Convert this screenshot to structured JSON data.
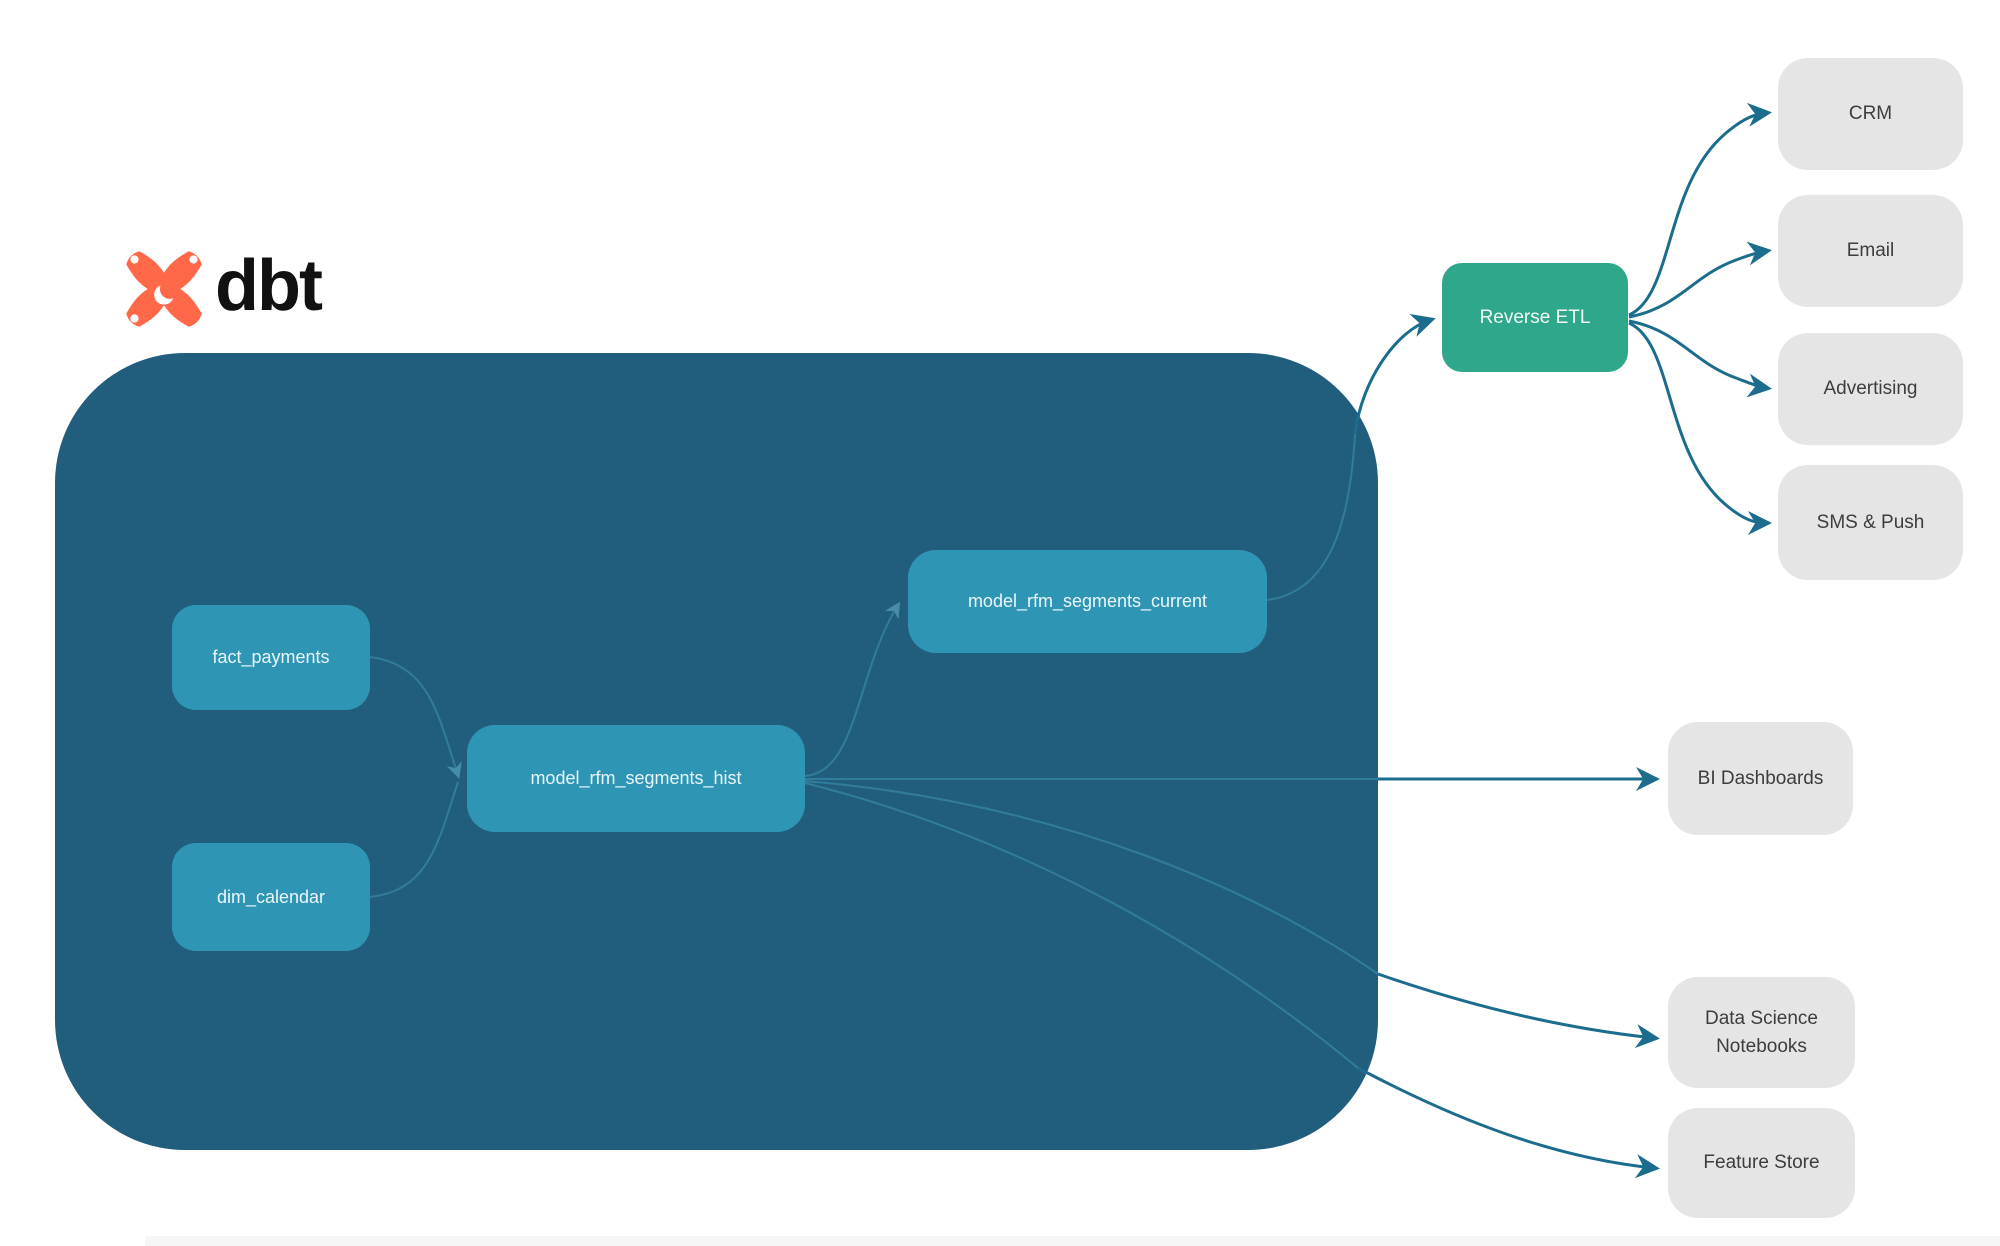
{
  "logo": {
    "brand": "dbt",
    "orange": "#FF694A",
    "text_color": "#111111"
  },
  "colors": {
    "page_bg": "#FFFFFF",
    "container_bg": "#215E7E",
    "node_teal": "#2E96B4",
    "node_green": "#2FA78B",
    "node_gray": "#E5E5E5",
    "node_text_light": "#EAF6FA",
    "node_text_dark": "#3D3D3D",
    "edge_dark": "#1C6D8D",
    "edge_light": "#34809F"
  },
  "nodes": {
    "fact_payments": {
      "label": "fact_payments"
    },
    "dim_calendar": {
      "label": "dim_calendar"
    },
    "model_rfm_segments_hist": {
      "label": "model_rfm_segments_hist"
    },
    "model_rfm_segments_current": {
      "label": "model_rfm_segments_current"
    },
    "reverse_etl": {
      "label": "Reverse ETL"
    },
    "crm": {
      "label": "CRM"
    },
    "email": {
      "label": "Email"
    },
    "advertising": {
      "label": "Advertising"
    },
    "sms_push": {
      "label": "SMS & Push"
    },
    "bi_dashboards": {
      "label": "BI Dashboards"
    },
    "data_science_notebooks": {
      "label": "Data Science Notebooks"
    },
    "feature_store": {
      "label": "Feature Store"
    }
  },
  "edges": [
    {
      "from": "fact_payments",
      "to": "model_rfm_segments_hist"
    },
    {
      "from": "dim_calendar",
      "to": "model_rfm_segments_hist"
    },
    {
      "from": "model_rfm_segments_hist",
      "to": "model_rfm_segments_current"
    },
    {
      "from": "model_rfm_segments_current",
      "to": "reverse_etl"
    },
    {
      "from": "reverse_etl",
      "to": "crm"
    },
    {
      "from": "reverse_etl",
      "to": "email"
    },
    {
      "from": "reverse_etl",
      "to": "advertising"
    },
    {
      "from": "reverse_etl",
      "to": "sms_push"
    },
    {
      "from": "model_rfm_segments_hist",
      "to": "bi_dashboards"
    },
    {
      "from": "model_rfm_segments_hist",
      "to": "data_science_notebooks"
    },
    {
      "from": "model_rfm_segments_hist",
      "to": "feature_store"
    }
  ]
}
